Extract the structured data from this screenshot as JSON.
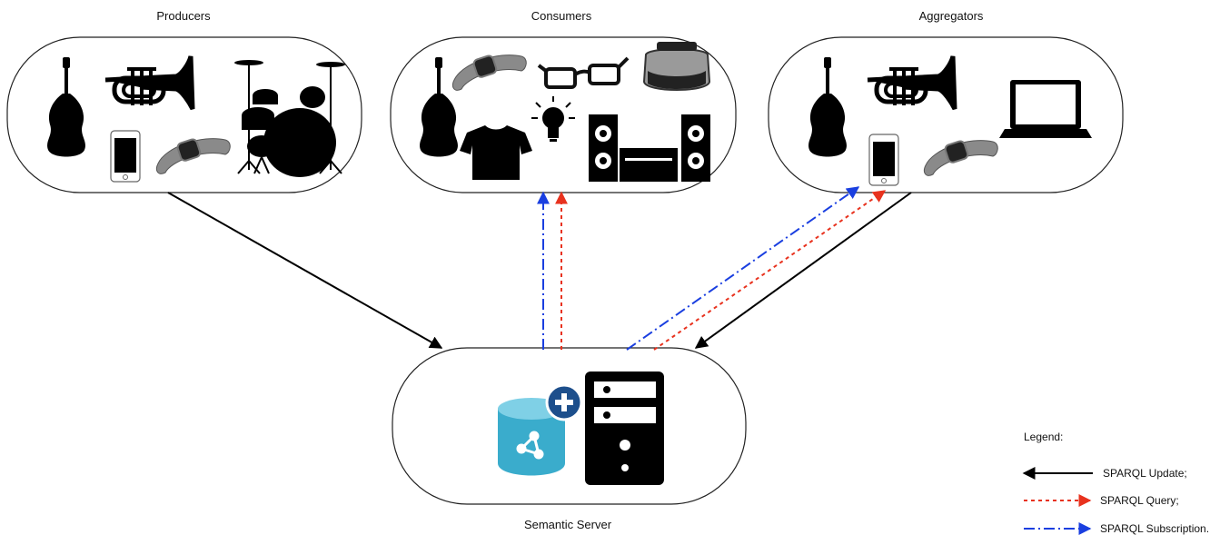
{
  "groups": {
    "producers": {
      "label": "Producers",
      "devices": [
        "guitar-icon",
        "trumpet-icon",
        "drum-kit-icon",
        "smartphone-icon",
        "smart-wristband-icon"
      ]
    },
    "consumers": {
      "label": "Consumers",
      "devices": [
        "guitar-icon",
        "smart-wristband-icon",
        "glasses-icon",
        "vr-headset-icon",
        "t-shirt-icon",
        "light-bulb-icon",
        "hifi-stereo-icon"
      ]
    },
    "aggregators": {
      "label": "Aggregators",
      "devices": [
        "guitar-icon",
        "trumpet-icon",
        "laptop-icon",
        "smartphone-icon",
        "smart-wristband-icon"
      ]
    },
    "server": {
      "label": "Semantic Server",
      "devices": [
        "semantic-database-plus-icon",
        "server-tower-icon"
      ]
    }
  },
  "legend": {
    "title": "Legend:",
    "items": [
      {
        "label": "SPARQL Update;",
        "style": "solid",
        "color": "#000000"
      },
      {
        "label": "SPARQL Query;",
        "style": "dotted",
        "color": "#e8321e"
      },
      {
        "label": "SPARQL Subscription.",
        "style": "dash-dot",
        "color": "#1a3fe0"
      }
    ]
  },
  "colors": {
    "update": "#000000",
    "query": "#e8321e",
    "subscription": "#1a3fe0",
    "database": "#3aaccc",
    "plus_badge": "#1d4f8c"
  }
}
